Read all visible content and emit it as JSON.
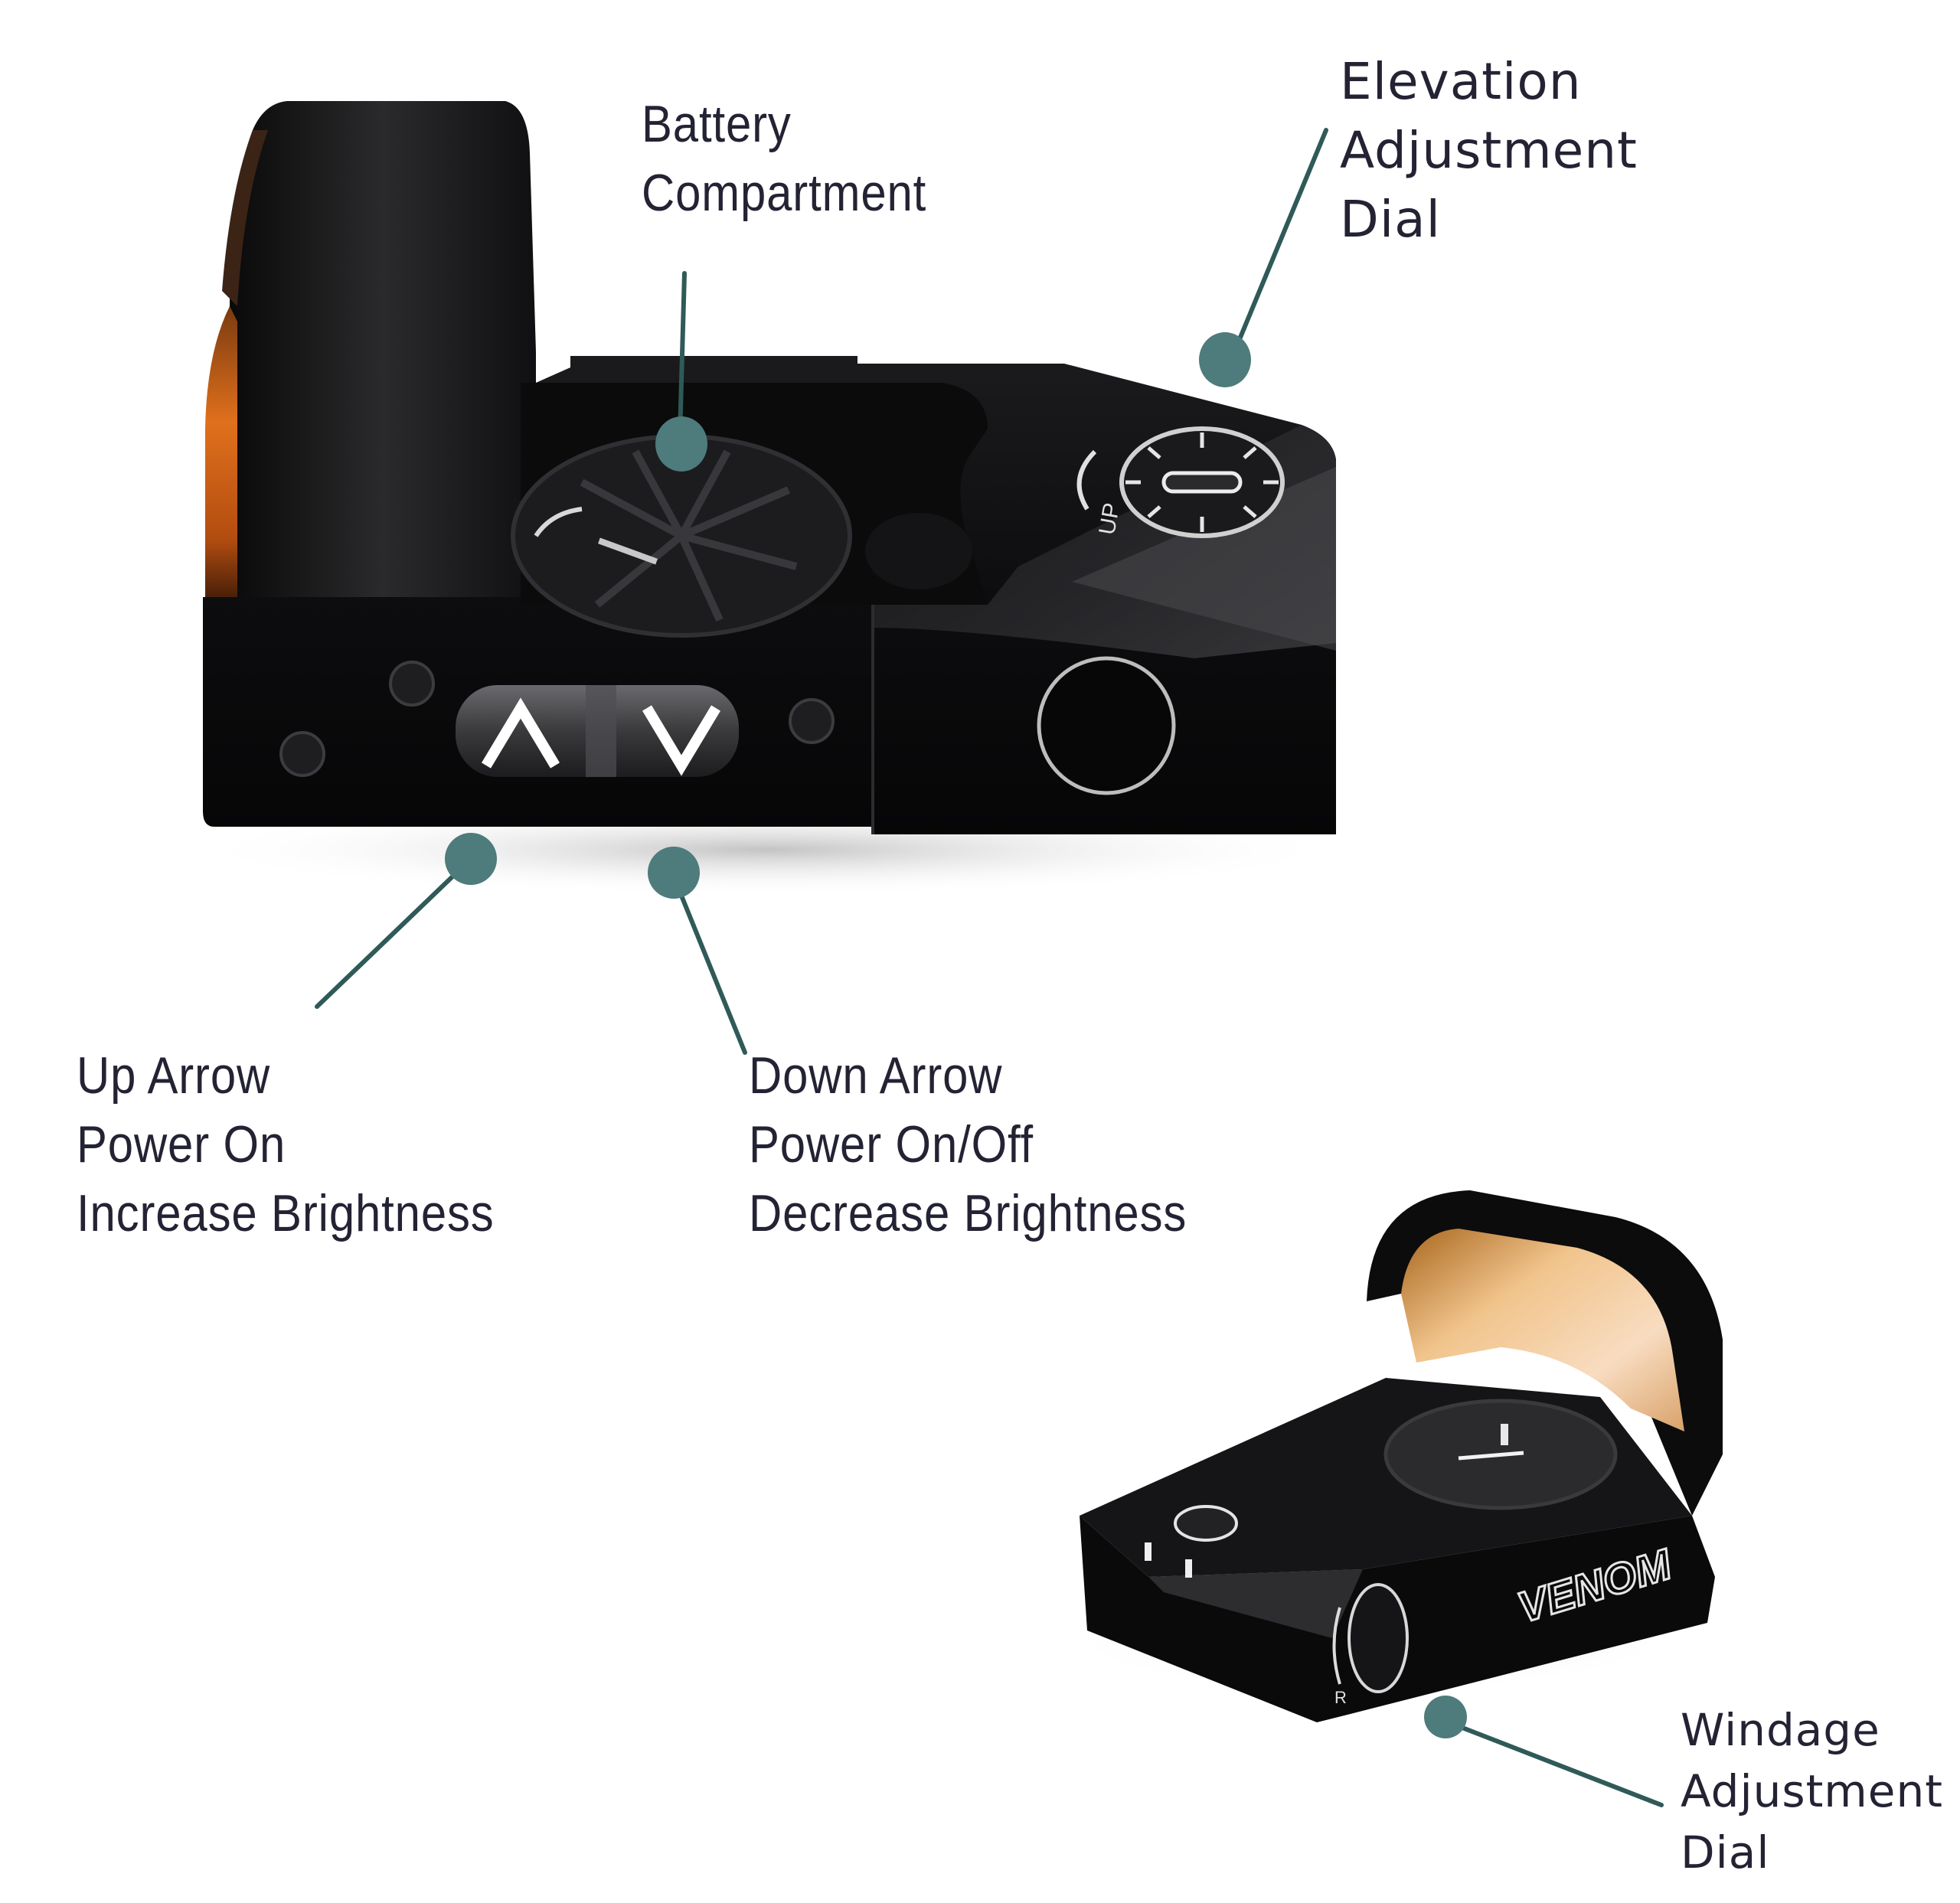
{
  "diagram": {
    "subject": "Red dot sight (reflex optic) feature callouts",
    "accent_color": "#4e7b7b",
    "line_color": "#2f5a58",
    "product_brand_mark": "VENOM"
  },
  "callouts": {
    "battery": {
      "lines": [
        "Battery",
        "Compartment"
      ]
    },
    "elevation": {
      "lines": [
        "Elevation",
        "Adjustment",
        "Dial"
      ]
    },
    "up_arrow": {
      "lines": [
        "Up Arrow",
        "Power On",
        "Increase Brightness"
      ]
    },
    "down_arrow": {
      "lines": [
        "Down Arrow",
        "Power On/Off",
        "Decrease Brightness"
      ]
    },
    "windage": {
      "lines": [
        "Windage",
        "Adjustment",
        "Dial"
      ]
    }
  },
  "product_main": {
    "button_up_glyph": "∧",
    "button_down_glyph": "∨",
    "dial_marking": "UP"
  },
  "product_small": {
    "side_marking": "VENOM",
    "dial_marking": "R"
  }
}
